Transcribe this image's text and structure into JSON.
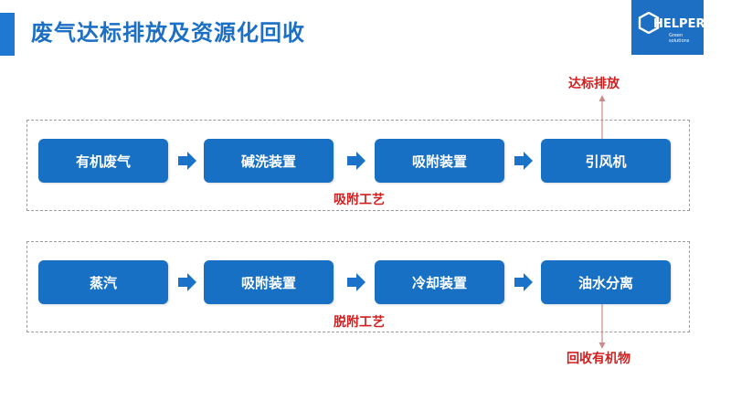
{
  "title": "废气达标排放及资源化回收",
  "logo": {
    "word": "HELPER",
    "tagline": "Green solutions",
    "brand_color": "#1c6fc2"
  },
  "colors": {
    "box": "#1870c4",
    "arrow": "#1a73c8",
    "accent": "#d11f1f",
    "title": "#1b6fc4"
  },
  "process_1": {
    "steps": [
      "有机废气",
      "碱洗装置",
      "吸附装置",
      "引风机"
    ],
    "label": "吸附工艺",
    "output": "达标排放",
    "output_direction": "up"
  },
  "process_2": {
    "steps": [
      "蒸汽",
      "吸附装置",
      "冷却装置",
      "油水分离"
    ],
    "label": "脱附工艺",
    "output": "回收有机物",
    "output_direction": "down"
  }
}
